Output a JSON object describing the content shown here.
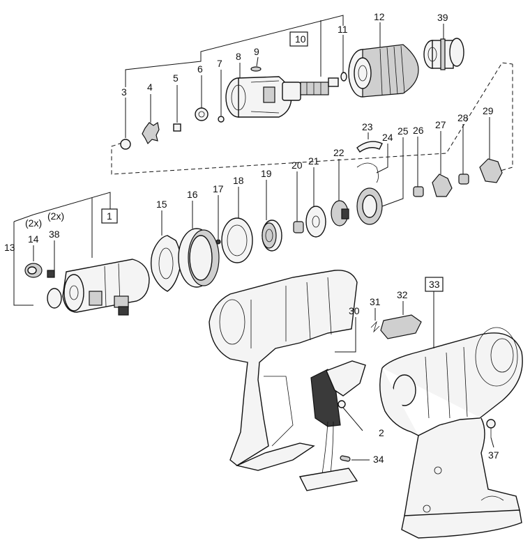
{
  "diagram": {
    "labels": {
      "l1": "1",
      "l2": "2",
      "l3": "3",
      "l4": "4",
      "l5": "5",
      "l6": "6",
      "l7": "7",
      "l8": "8",
      "l9": "9",
      "l10": "10",
      "l11": "11",
      "l12": "12",
      "l13": "13",
      "l14": "14",
      "l15": "15",
      "l16": "16",
      "l17": "17",
      "l18": "18",
      "l19": "19",
      "l20": "20",
      "l21": "21",
      "l22": "22",
      "l23": "23",
      "l24": "24",
      "l25": "25",
      "l26": "26",
      "l27": "27",
      "l28": "28",
      "l29": "29",
      "l30": "30",
      "l31": "31",
      "l32": "32",
      "l33": "33",
      "l34": "34",
      "l37": "37",
      "l38": "38",
      "l39": "39",
      "qty14": "(2x)",
      "qty38": "(2x)"
    }
  }
}
